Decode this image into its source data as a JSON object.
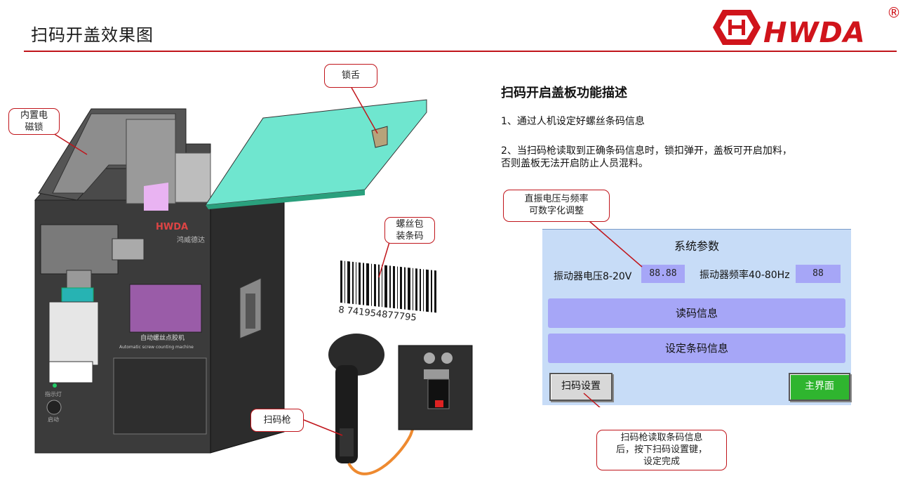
{
  "slide": {
    "title": "扫码开盖效果图"
  },
  "brand": {
    "logo_text": "HWDA",
    "reg_mark": "®",
    "color": "#d0141b"
  },
  "callouts": {
    "lock_tongue": "锁舌",
    "builtin_lock_1": "内置电",
    "builtin_lock_2": "磁锁",
    "screw_barcode_1": "螺丝包",
    "screw_barcode_2": "装条码",
    "scanner": "扫码枪",
    "voltage_freq_1": "直振电压与频率",
    "voltage_freq_2": "可数字化调整",
    "scan_note_1": "扫码枪读取条码信息",
    "scan_note_2": "后，按下扫码设置键，",
    "scan_note_3": "设定完成"
  },
  "barcode": {
    "number": "8 741954877795"
  },
  "machine": {
    "front_brand": "HWDA",
    "front_brand_cn": "鸿威德达",
    "label_cn": "自动螺丝点胶机",
    "label_en": "Automatic screw counting machine",
    "indicator": "指示灯",
    "power": "启动"
  },
  "description": {
    "title": "扫码开启盖板功能描述",
    "item1": "1、通过人机设定好螺丝条码信息",
    "item2_line1": "2、当扫码枪读取到正确条码信息时，锁扣弹开，盖板可开启加料，",
    "item2_line2": "否则盖板无法开启防止人员混料。"
  },
  "hmi": {
    "title": "系统参数",
    "voltage_label": "振动器电压8-20V",
    "voltage_value": "88.88",
    "freq_label": "振动器频率40-80Hz",
    "freq_value": "88",
    "read_info_button": "读码信息",
    "set_barcode_button": "设定条码信息",
    "scan_setting_button": "扫码设置",
    "main_menu_button": "主界面",
    "colors": {
      "panel": "#c7dcf7",
      "field": "#a6a6f7",
      "main_button": "#2fb52f",
      "scan_button": "#d8d8d8"
    }
  }
}
